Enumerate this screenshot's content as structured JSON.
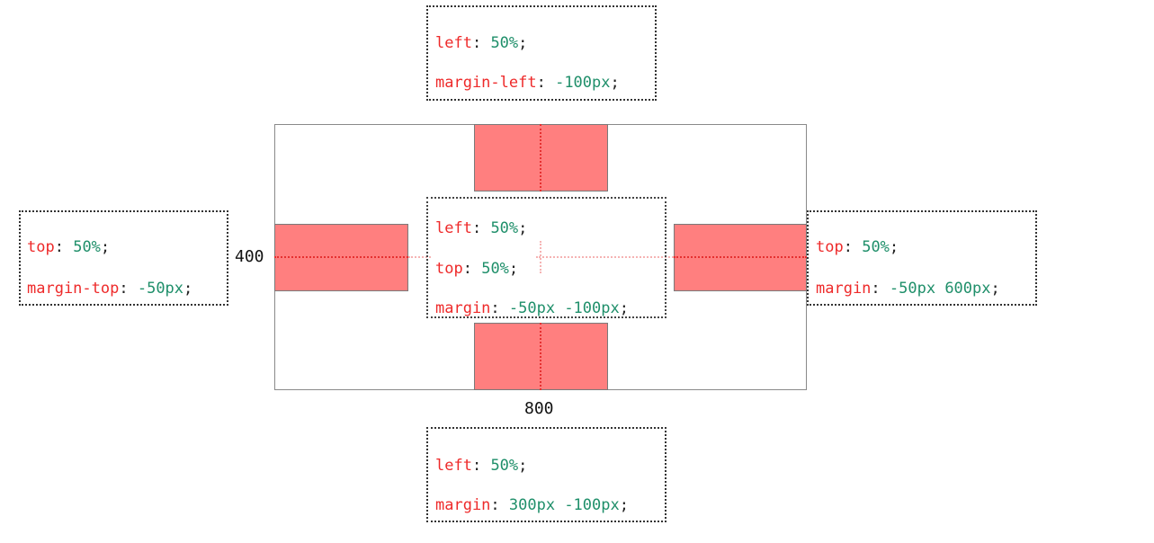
{
  "dimensions": {
    "width_label": "400",
    "height_label": "800"
  },
  "notes": {
    "top": [
      {
        "prop": "left",
        "sep": ": ",
        "val": "50%",
        "end": ";"
      },
      {
        "prop": "margin-left",
        "sep": ": ",
        "val": "-100px",
        "end": ";"
      }
    ],
    "left": [
      {
        "prop": "top",
        "sep": ": ",
        "val": "50%",
        "end": ";"
      },
      {
        "prop": "margin-top",
        "sep": ": ",
        "val": "-50px",
        "end": ";"
      }
    ],
    "center": [
      {
        "prop": "left",
        "sep": ": ",
        "val": "50%",
        "end": ";"
      },
      {
        "prop": "top",
        "sep": ": ",
        "val": "50%",
        "end": ";"
      },
      {
        "prop": "margin",
        "sep": ": ",
        "val": "-50px -100px",
        "end": ";"
      }
    ],
    "right": [
      {
        "prop": "top",
        "sep": ": ",
        "val": "50%",
        "end": ";"
      },
      {
        "prop": "margin",
        "sep": ": ",
        "val": "-50px 600px",
        "end": ";"
      }
    ],
    "bottom": [
      {
        "prop": "left",
        "sep": ": ",
        "val": "50%",
        "end": ";"
      },
      {
        "prop": "margin",
        "sep": ": ",
        "val": "300px -100px",
        "end": ";"
      }
    ]
  },
  "colors": {
    "box_fill": "#ff7f7f",
    "property": "#ee2a2a",
    "value": "#1f8f6a",
    "guide": "#e53030"
  }
}
